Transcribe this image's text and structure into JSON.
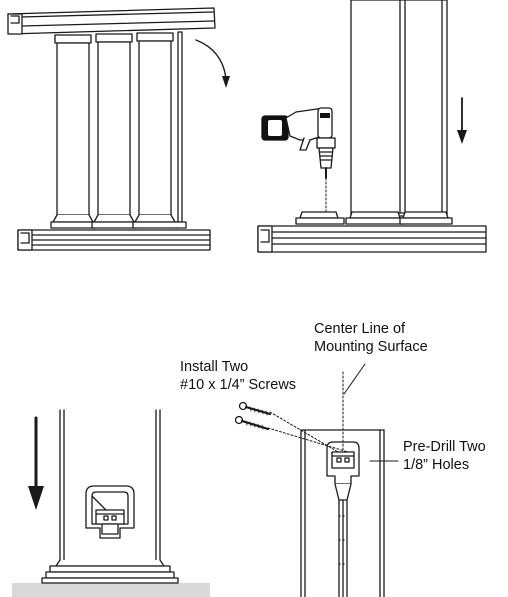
{
  "panels": {
    "bottom_right": {
      "callouts": {
        "center_line": {
          "line1": "Center Line of",
          "line2": "Mounting Surface"
        },
        "screws": {
          "line1": "Install Two",
          "line2": "#10 x 1/4” Screws"
        },
        "predrill": {
          "line1": "Pre-Drill Two",
          "line2": "1/8” Holes"
        }
      }
    }
  },
  "colors": {
    "stroke": "#1a1a1a",
    "fill": "#ffffff",
    "floor": "#d9d9d9",
    "drill_battery": "#111111"
  },
  "icons": [
    "rotate-arrow-icon",
    "down-arrow-icon",
    "drill-icon",
    "screw-icon"
  ]
}
